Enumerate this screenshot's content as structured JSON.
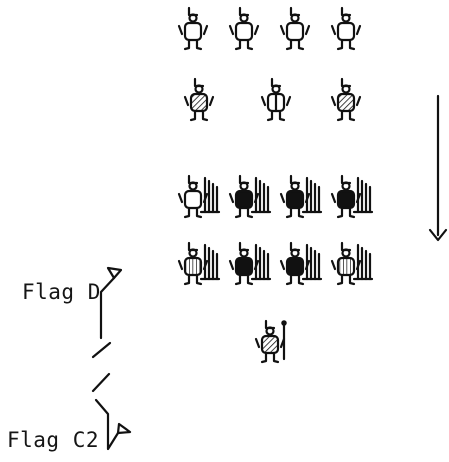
{
  "labels": {
    "flag_d": "Flag D",
    "flag_c2": "Flag C2"
  },
  "diagram": {
    "rows": [
      {
        "id": "row-1",
        "figures": [
          {
            "body": "plain"
          },
          {
            "body": "plain"
          },
          {
            "body": "plain"
          },
          {
            "body": "plain"
          }
        ]
      },
      {
        "id": "row-2",
        "figures": [
          {
            "body": "hatched"
          },
          {
            "body": "split"
          },
          {
            "body": "hatched"
          }
        ]
      },
      {
        "id": "row-3",
        "figures": [
          {
            "body": "plain",
            "weapon": "pike-fan"
          },
          {
            "body": "dark",
            "weapon": "pike-fan"
          },
          {
            "body": "dark",
            "weapon": "pike-fan"
          },
          {
            "body": "dark",
            "weapon": "pike-fan"
          }
        ]
      },
      {
        "id": "row-4",
        "figures": [
          {
            "body": "striped",
            "weapon": "pike-fan"
          },
          {
            "body": "dark",
            "weapon": "pike-fan"
          },
          {
            "body": "dark",
            "weapon": "pike-fan"
          },
          {
            "body": "striped",
            "weapon": "pike-fan"
          }
        ]
      },
      {
        "id": "row-5",
        "figures": [
          {
            "body": "hatched",
            "weapon": "staff"
          }
        ]
      }
    ],
    "arrow_direction": "down",
    "ink_color": "#111111"
  }
}
